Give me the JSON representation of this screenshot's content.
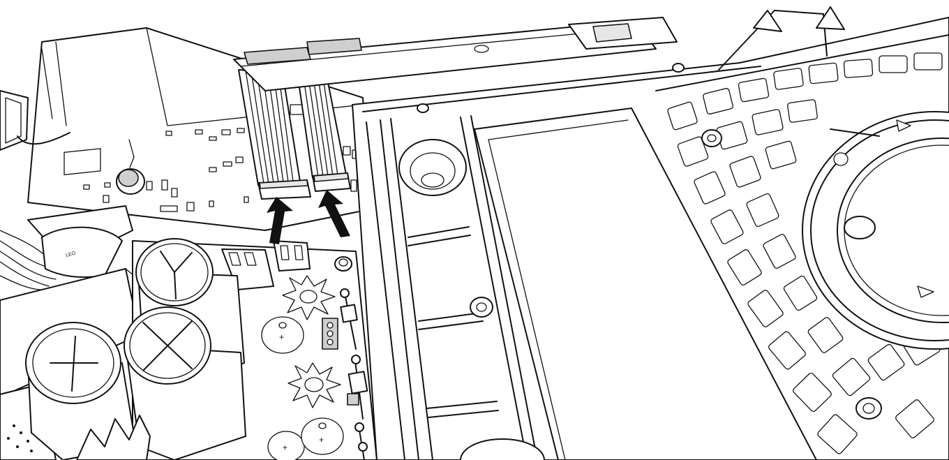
{
  "figure": {
    "accent_color": "#111111",
    "background_color": "#ffffff",
    "highlight_color": "#cfcfcf",
    "callouts": [
      {
        "icon": "arrow-up-icon",
        "points_to": "ribbon-cable-connector-left"
      },
      {
        "icon": "arrow-up-icon",
        "points_to": "ribbon-cable-connector-right"
      }
    ],
    "capacitor_marks": [
      "+",
      "+",
      "+",
      "+"
    ],
    "board_marks": [
      "LEO"
    ]
  }
}
